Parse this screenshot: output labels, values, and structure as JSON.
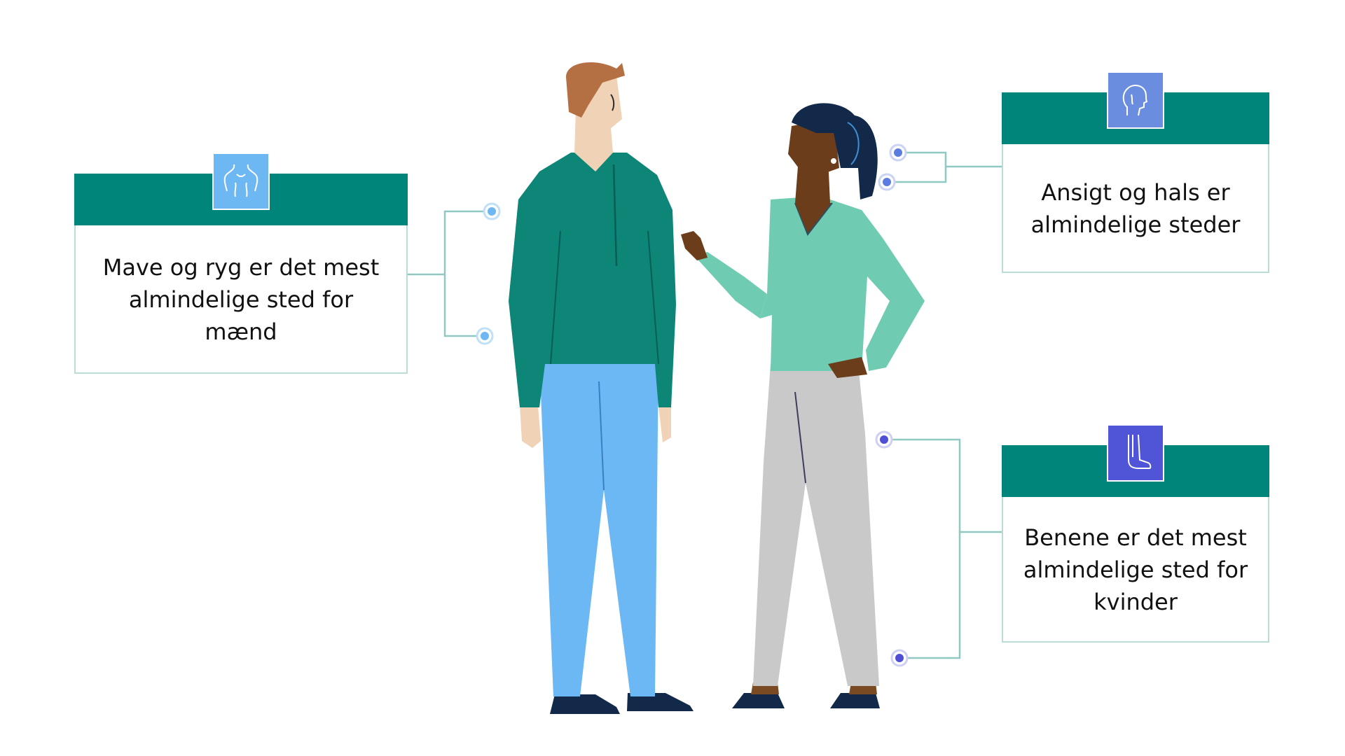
{
  "cards": [
    {
      "id": "men",
      "text": "Mave og ryg er det mest almindelige sted for mænd",
      "icon": "torso-back-icon",
      "icon_color": "#6db8f2"
    },
    {
      "id": "face",
      "text": "Ansigt og hals er almindelige steder",
      "icon": "head-profile-icon",
      "icon_color": "#6a8de0"
    },
    {
      "id": "women",
      "text": "Benene er det mest almindelige sted for kvinder",
      "icon": "leg-foot-icon",
      "icon_color": "#4f55d6"
    }
  ],
  "colors": {
    "header_band": "#00857a",
    "card_border": "#b9dcd7",
    "connector": "#8fc9c2",
    "dot_light_blue": "#6db8f2",
    "dot_blue": "#5b7de0",
    "dot_indigo": "#4f4fd6"
  },
  "illustration": {
    "figures": [
      "man-figure",
      "woman-figure"
    ]
  }
}
